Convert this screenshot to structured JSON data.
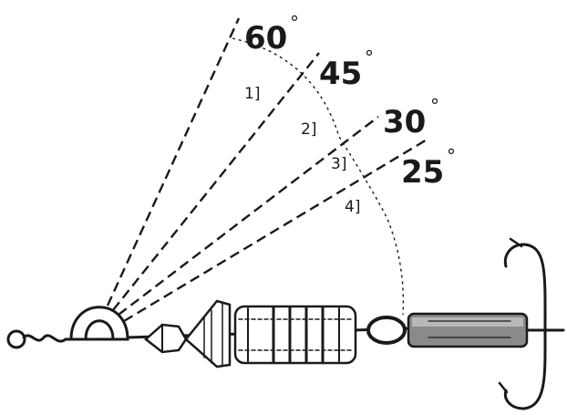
{
  "diagram": {
    "angles": [
      {
        "value": 60,
        "label": "60",
        "index_label": "1]"
      },
      {
        "value": 45,
        "label": "45",
        "index_label": "2]"
      },
      {
        "value": 30,
        "label": "30",
        "index_label": "3]"
      },
      {
        "value": 25,
        "label": "25",
        "index_label": "4]"
      }
    ],
    "degree_symbol": "°",
    "colors": {
      "ink": "#1a1a1a",
      "metal": "#555555",
      "background": "#ffffff"
    }
  }
}
